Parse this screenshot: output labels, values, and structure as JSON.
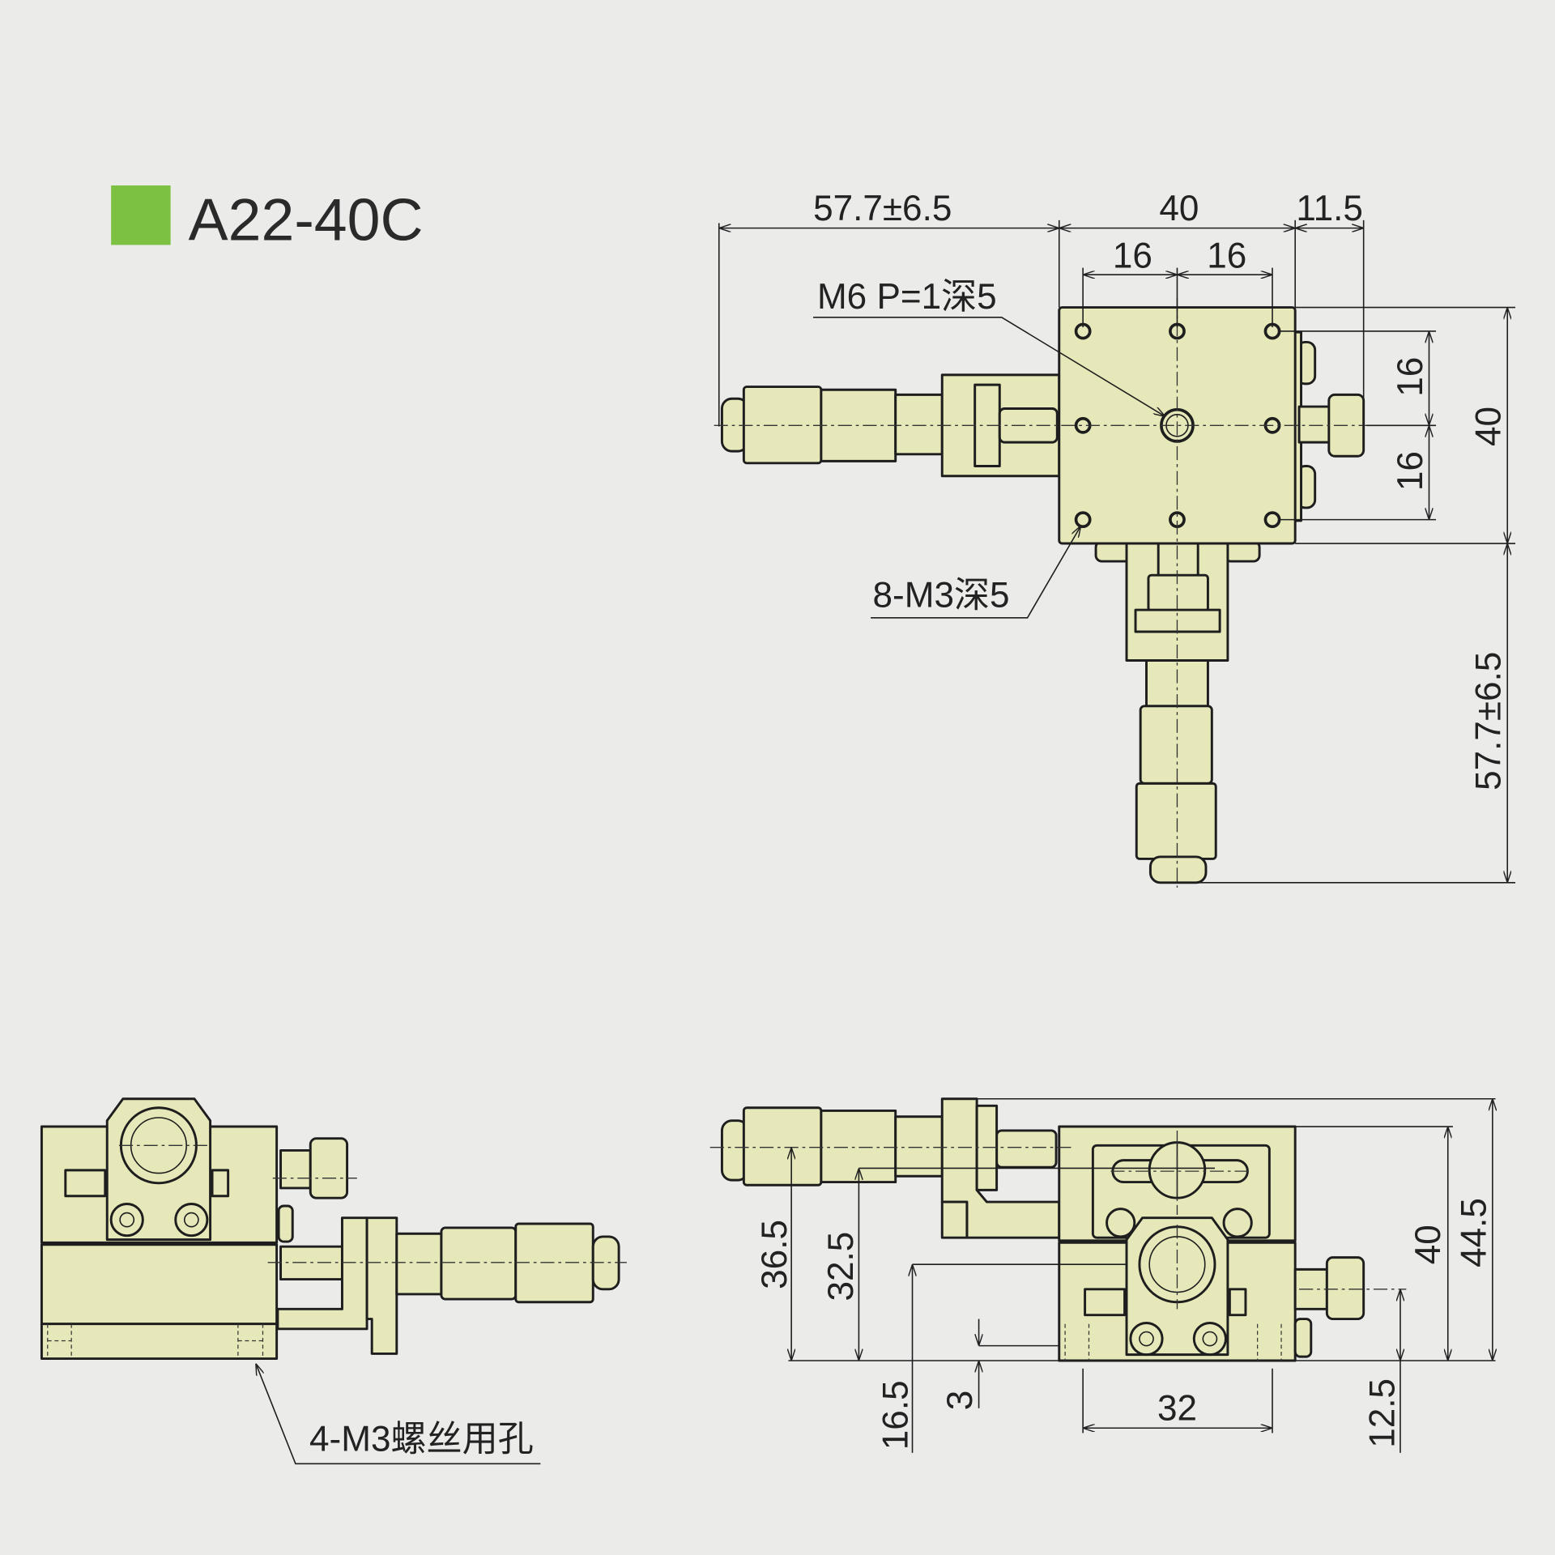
{
  "title": {
    "model": "A22-40C",
    "accent_color": "#7dc142"
  },
  "top_view": {
    "dims": {
      "x_travel": "57.7±6.5",
      "width": "40",
      "knob": "11.5",
      "pitch_left": "16",
      "pitch_right": "16",
      "pitch_upper": "16",
      "pitch_lower": "16",
      "height": "40",
      "y_travel": "57.7±6.5"
    },
    "notes": {
      "center_hole": "M6 P=1深5",
      "mount_holes": "8-M3深5"
    }
  },
  "side_view": {
    "notes": {
      "base_holes": "4-M3螺丝用孔"
    }
  },
  "front_view": {
    "dims": {
      "h36": "36.5",
      "h32": "32.5",
      "h16": "16.5",
      "h3": "3",
      "h40": "40",
      "h44": "44.5",
      "h12": "12.5",
      "w32": "32"
    }
  }
}
